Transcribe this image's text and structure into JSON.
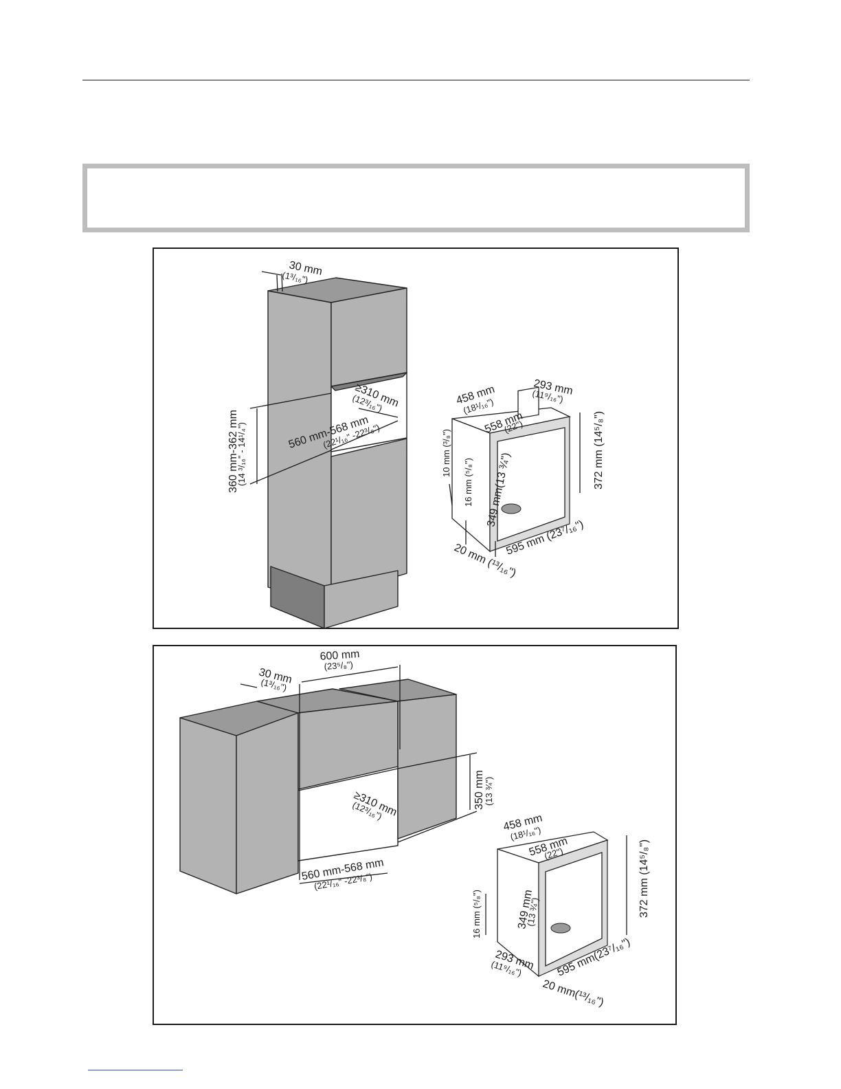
{
  "figure_1": {
    "panel_gap": "30 mm",
    "panel_gap_in": "(1³/₁₆\")",
    "niche_depth": "≥310 mm",
    "niche_depth_in": "(12³/₁₆\")",
    "niche_width": "560 mm-568 mm",
    "niche_width_in": "(22¹/₁₆\" -22³/₈\")",
    "niche_height": "360 mm-362 mm",
    "niche_height_in": "(14 ³/₁₆\" - 14¹/₄\")",
    "appliance": {
      "depth": "458 mm",
      "depth_in": "(18¹/₁₆\")",
      "side": "293 mm",
      "side_in": "(11⁹/₁₆\")",
      "width": "558 mm",
      "width_in": "(22\")",
      "overall_height": "372 mm (14⁵/₈\")",
      "body_height": "349 mm(13 ¾\")",
      "offset_top": "10 mm (³/₈\")",
      "offset_bottom": "16 mm (⁵/₈\")",
      "front_width": "595 mm (23⁷/₁₆\")",
      "front_thickness": "20 mm (¹³/₁₆\")"
    }
  },
  "figure_2": {
    "cabinet_width": "600 mm",
    "cabinet_width_in": "(23⁵/₈\")",
    "panel_gap": "30 mm",
    "panel_gap_in": "(1³/₁₆\")",
    "niche_height": "350 mm",
    "niche_height_in": "(13 ¾\")",
    "niche_depth": "≥310 mm",
    "niche_depth_in": "(12³/₁₆\")",
    "niche_width": "560 mm-568 mm",
    "niche_width_in": "(22¹/₁₆\" -22³/₈\")",
    "appliance": {
      "depth": "458 mm",
      "depth_in": "(18¹/₁₆\")",
      "width": "558 mm",
      "width_in": "(22\")",
      "overall_height": "372 mm (14⁵/₈\")",
      "body_height": "349 mm",
      "body_height_in": "(13 ¾\")",
      "offset_bottom": "16 mm (⁵/₈\")",
      "side": "293 mm",
      "side_in": "(11⁹/₁₆\")",
      "front_width": "595 mm(23⁷/₁₆\")",
      "front_thickness": "20 mm(¹³/₁₆\")"
    }
  }
}
